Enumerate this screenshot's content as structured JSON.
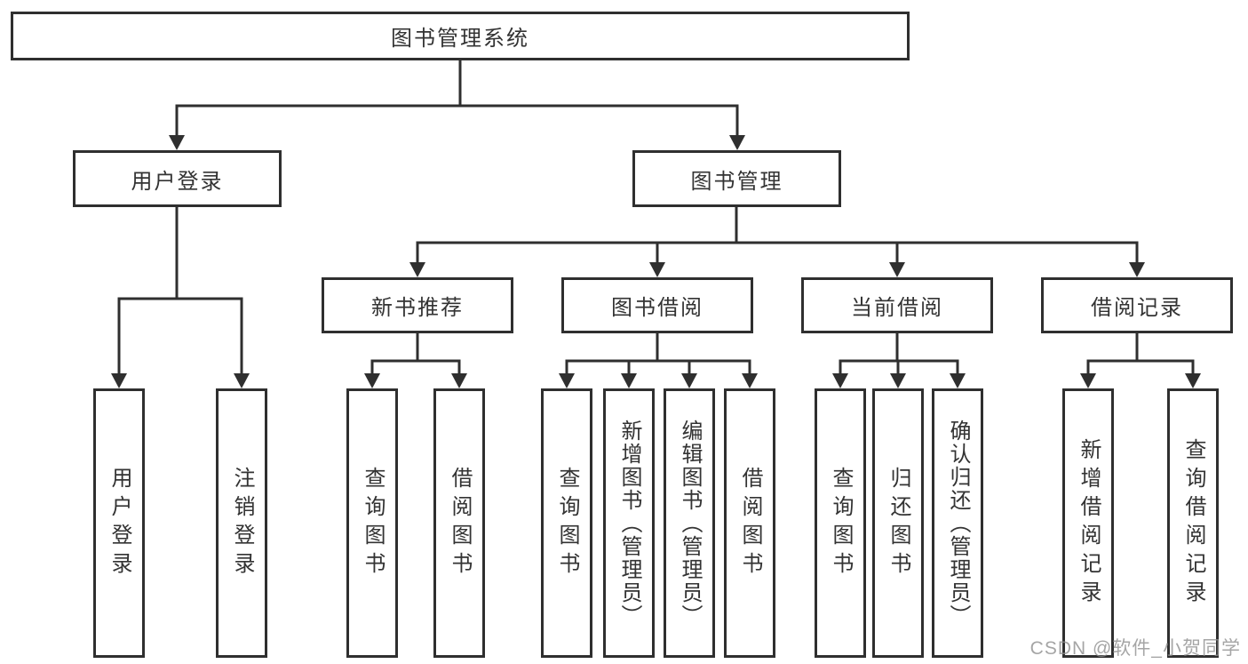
{
  "diagram": {
    "tree": {
      "label": "图书管理系统",
      "children": [
        {
          "label": "用户登录",
          "children": [
            {
              "label": "用户登录"
            },
            {
              "label": "注销登录"
            }
          ]
        },
        {
          "label": "图书管理",
          "children": [
            {
              "label": "新书推荐",
              "children": [
                {
                  "label": "查询图书"
                },
                {
                  "label": "借阅图书"
                }
              ]
            },
            {
              "label": "图书借阅",
              "children": [
                {
                  "label": "查询图书"
                },
                {
                  "label": "新增图书（管理员）"
                },
                {
                  "label": "编辑图书（管理员）"
                },
                {
                  "label": "借阅图书"
                }
              ]
            },
            {
              "label": "当前借阅",
              "children": [
                {
                  "label": "查询图书"
                },
                {
                  "label": "归还图书"
                },
                {
                  "label": "确认归还（管理员）"
                }
              ]
            },
            {
              "label": "借阅记录",
              "children": [
                {
                  "label": "新增借阅记录"
                },
                {
                  "label": "查询借阅记录"
                }
              ]
            }
          ]
        }
      ]
    },
    "colors": {
      "line": "#2f2f2f",
      "text": "#333333",
      "box_background": "#ffffff",
      "watermark": "#8f8f8f"
    }
  },
  "watermark": {
    "text": "CSDN @软件_小贺同学"
  }
}
